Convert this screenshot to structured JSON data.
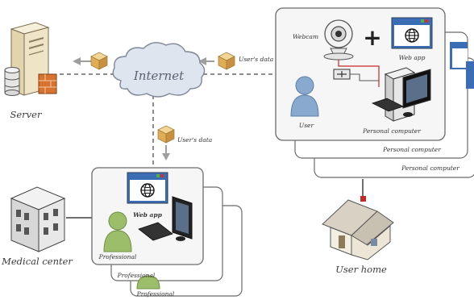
{
  "labels": {
    "server": "Server",
    "internet": "Internet",
    "medical_center": "Medical center",
    "user_home": "User home",
    "users_data_1": "User's data",
    "users_data_2": "User's data",
    "webcam": "Webcam",
    "web_app_home": "Web app",
    "user": "User",
    "personal_computer_1": "Personal computer",
    "personal_computer_2": "Personal computer",
    "personal_computer_3": "Personal computer",
    "web_app_medical": "Web app",
    "professional_1": "Professional",
    "professional_2": "Professional",
    "professional_3": "Professional",
    "plus": "+"
  },
  "icons": {
    "server": "server-tower-icon",
    "database": "database-icon",
    "firewall": "firewall-icon",
    "cloud": "internet-cloud-icon",
    "data_package": "data-package-icon",
    "webcam": "webcam-icon",
    "web_app": "web-app-window-icon",
    "user": "user-person-icon",
    "computer": "personal-computer-icon",
    "usb": "usb-hub-icon",
    "professional": "professional-person-icon",
    "hospital": "medical-center-building-icon",
    "house": "user-home-icon"
  },
  "colors": {
    "user_blue": "#8aa9cf",
    "professional_green": "#8fb060",
    "cloud": "#dde3ec",
    "server": "#ece1c6",
    "package": "#e8bd6a",
    "house_roof": "#dcd6c9"
  }
}
